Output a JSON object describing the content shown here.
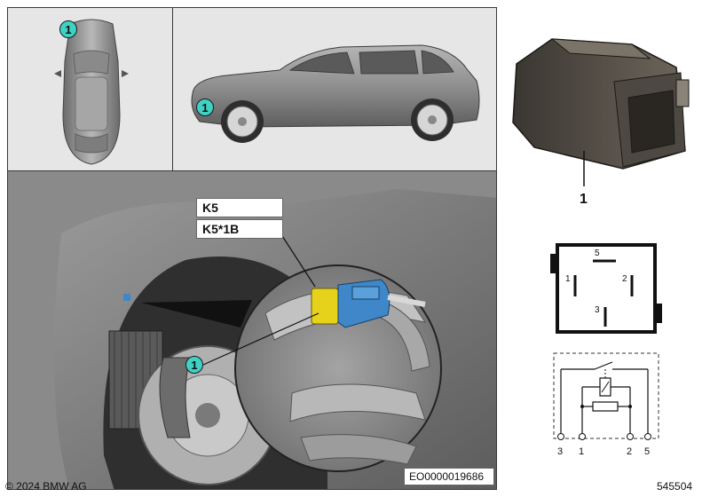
{
  "callout_number": "1",
  "part_label": "1",
  "connector_labels": [
    "K5",
    "K5*1B"
  ],
  "image_code": "EO0000019686",
  "copyright": "© 2024 BMW AG",
  "reference_number": "545504",
  "relay_pins": {
    "top": "5",
    "left": "1",
    "right": "2",
    "bottom": "3"
  },
  "schematic_pins": [
    "3",
    "1",
    "2",
    "5"
  ],
  "colors": {
    "callout": "#3fd1c4",
    "connector_yellow": "#e6d21a",
    "connector_blue": "#3f87c8",
    "panel_bg": "#e6e6e6"
  }
}
